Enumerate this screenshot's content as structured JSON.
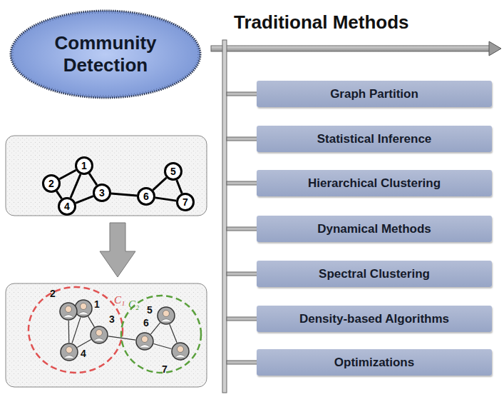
{
  "diagram": {
    "nodes": [
      {
        "text": [
          "Community Detection"
        ]
      },
      {
        "text": [
          "Graph Partition"
        ]
      },
      {
        "text": [
          "Statistical Inference"
        ]
      },
      {
        "text": [
          "Hierarchical Clustering"
        ]
      },
      {
        "text": [
          "Dynamical Methods"
        ]
      },
      {
        "text": [
          "Spectral Clustering"
        ]
      },
      {
        "text": [
          "Density-based Algorithms"
        ]
      },
      {
        "text": [
          "Optimizations"
        ]
      },
      {
        "text": [
          "1"
        ]
      },
      {
        "text": [
          "2"
        ]
      },
      {
        "text": [
          "3"
        ]
      },
      {
        "text": [
          "4"
        ]
      },
      {
        "text": [
          "5"
        ]
      },
      {
        "text": [
          "6"
        ]
      },
      {
        "text": [
          "7"
        ]
      },
      {
        "text": [
          "1"
        ]
      },
      {
        "text": [
          "2"
        ]
      },
      {
        "text": [
          "3"
        ]
      },
      {
        "text": [
          "4"
        ]
      },
      {
        "text": [
          "5"
        ]
      },
      {
        "text": [
          "6"
        ]
      },
      {
        "text": [
          "7"
        ]
      }
    ],
    "edges": [
      {
        "from": 8,
        "to": 9,
        "arrow": "none"
      },
      {
        "from": 8,
        "to": 11,
        "arrow": "none"
      },
      {
        "from": 8,
        "to": 10,
        "arrow": "none"
      },
      {
        "from": 9,
        "to": 11,
        "arrow": "none"
      },
      {
        "from": 11,
        "to": 10,
        "arrow": "none"
      },
      {
        "from": 10,
        "to": 13,
        "arrow": "none"
      },
      {
        "from": 13,
        "to": 12,
        "arrow": "none"
      },
      {
        "from": 13,
        "to": 14,
        "arrow": "none"
      },
      {
        "from": 12,
        "to": 14,
        "arrow": "none"
      },
      {
        "from": 15,
        "to": 16,
        "arrow": "none"
      },
      {
        "from": 15,
        "to": 18,
        "arrow": "none"
      },
      {
        "from": 15,
        "to": 17,
        "arrow": "none"
      },
      {
        "from": 16,
        "to": 18,
        "arrow": "none"
      },
      {
        "from": 18,
        "to": 17,
        "arrow": "none"
      },
      {
        "from": 17,
        "to": 20,
        "arrow": "none"
      },
      {
        "from": 20,
        "to": 19,
        "arrow": "none"
      },
      {
        "from": 20,
        "to": 21,
        "arrow": "none"
      },
      {
        "from": 19,
        "to": 21,
        "arrow": "none"
      }
    ],
    "labels": [
      "Traditional Methods",
      "C₁",
      "C₂"
    ]
  }
}
